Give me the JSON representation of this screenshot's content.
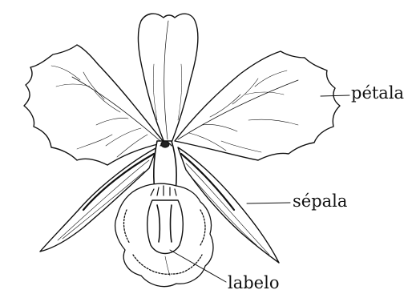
{
  "labels": {
    "petal": "pétala",
    "sepal": "sépala",
    "lip": "labelo"
  },
  "colors": {
    "ink": "#111111",
    "background": "#ffffff"
  }
}
